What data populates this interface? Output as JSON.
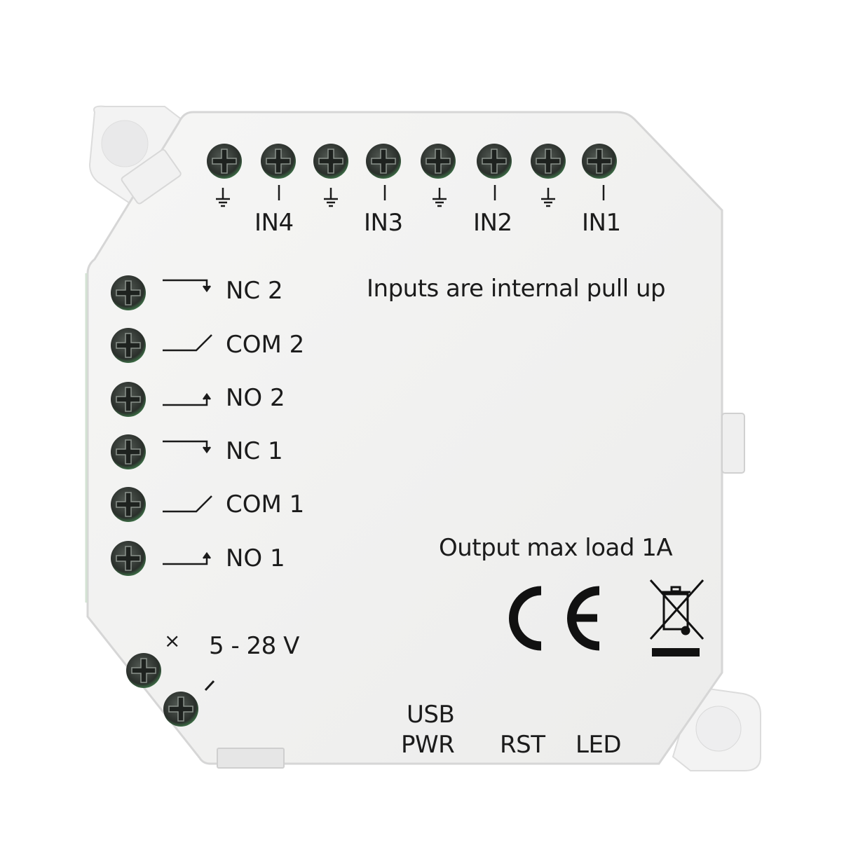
{
  "device": {
    "top_terminals": [
      {
        "symbol": "ground",
        "label": ""
      },
      {
        "symbol": "bar",
        "label": "IN4"
      },
      {
        "symbol": "ground",
        "label": ""
      },
      {
        "symbol": "bar",
        "label": "IN3"
      },
      {
        "symbol": "ground",
        "label": ""
      },
      {
        "symbol": "bar",
        "label": "IN2"
      },
      {
        "symbol": "ground",
        "label": ""
      },
      {
        "symbol": "bar",
        "label": "IN1"
      }
    ],
    "input_labels": {
      "in4": "IN4",
      "in3": "IN3",
      "in2": "IN2",
      "in1": "IN1"
    },
    "inputs_note": "Inputs are internal pull up",
    "relay_terminals": [
      {
        "label": "NC 2",
        "symbol": "nc-contact"
      },
      {
        "label": "COM 2",
        "symbol": "com-contact"
      },
      {
        "label": "NO 2",
        "symbol": "no-contact"
      },
      {
        "label": "NC 1",
        "symbol": "nc-contact"
      },
      {
        "label": "COM 1",
        "symbol": "com-contact"
      },
      {
        "label": "NO 1",
        "symbol": "no-contact"
      }
    ],
    "power": {
      "voltage": "5 - 28 V",
      "neg_symbol": "×",
      "pos_symbol": "/"
    },
    "output_note": "Output max load 1A",
    "marks": {
      "ce": "CE",
      "weee": "crossed-bin"
    },
    "bottom_labels": {
      "usb": "USB",
      "pwr": "PWR",
      "rst": "RST",
      "led": "LED"
    },
    "colors": {
      "housing": "#f1f1f0",
      "screw": "#2b322c",
      "screw_rim": "#3e6b45",
      "text": "#1b1b1b"
    }
  }
}
